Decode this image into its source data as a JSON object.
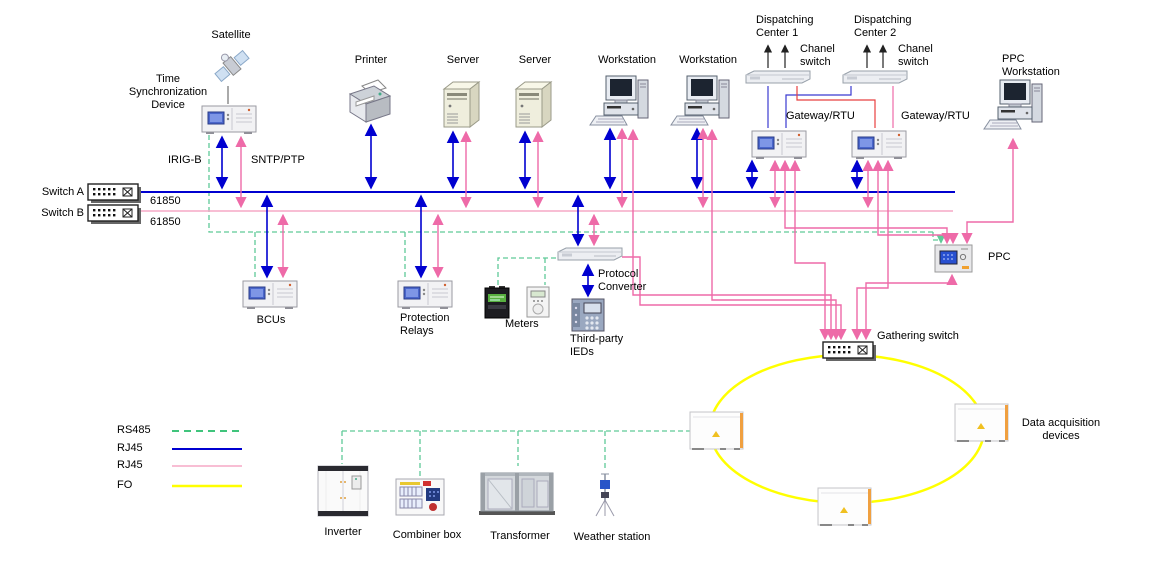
{
  "labels": {
    "satellite": "Satellite",
    "time_sync": "Time Synchronization Device",
    "printer": "Printer",
    "server1": "Server",
    "server2": "Server",
    "workstation1": "Workstation",
    "workstation2": "Workstation",
    "dispatching1": "Dispatching Center 1",
    "chanel_switch1": "Chanel switch",
    "dispatching2": "Dispatching Center 2",
    "chanel_switch2": "Chanel switch",
    "ppc_workstation": "PPC Workstation",
    "gateway1": "Gateway/RTU",
    "gateway2": "Gateway/RTU",
    "switch_a": "Switch A",
    "switch_b": "Switch B",
    "bus_a_protocol": "61850",
    "bus_b_protocol": "61850",
    "irig": "IRIG-B",
    "sntp": "SNTP/PTP",
    "bcus": "BCUs",
    "protection_relays": "Protection Relays",
    "meters": "Meters",
    "protocol_converter": "Protocol Converter",
    "third_party_ieds": "Third-party IEDs",
    "ppc": "PPC",
    "gathering_switch": "Gathering switch",
    "data_acquisition": "Data acquisition devices",
    "inverter": "Inverter",
    "combiner_box": "Combiner box",
    "transformer": "Transformer",
    "weather_station": "Weather station"
  },
  "legend": {
    "items": [
      {
        "label": "RS485",
        "color": "#00b050",
        "style": "dashed"
      },
      {
        "label": "RJ45",
        "color": "#0000d0",
        "style": "solid"
      },
      {
        "label": "RJ45",
        "color": "#f5a8c6",
        "style": "solid"
      },
      {
        "label": "FO",
        "color": "#ffff00",
        "style": "solid"
      }
    ]
  },
  "colors": {
    "bus_blue": "#0000d0",
    "bus_pink": "#f5a8c6",
    "arrow_pink": "#ee6aa8",
    "rs485_green": "#5fc998",
    "fo_yellow": "#ffff00",
    "channel_link_red": "#e84040",
    "dispatch_arrow_black": "#222222"
  }
}
